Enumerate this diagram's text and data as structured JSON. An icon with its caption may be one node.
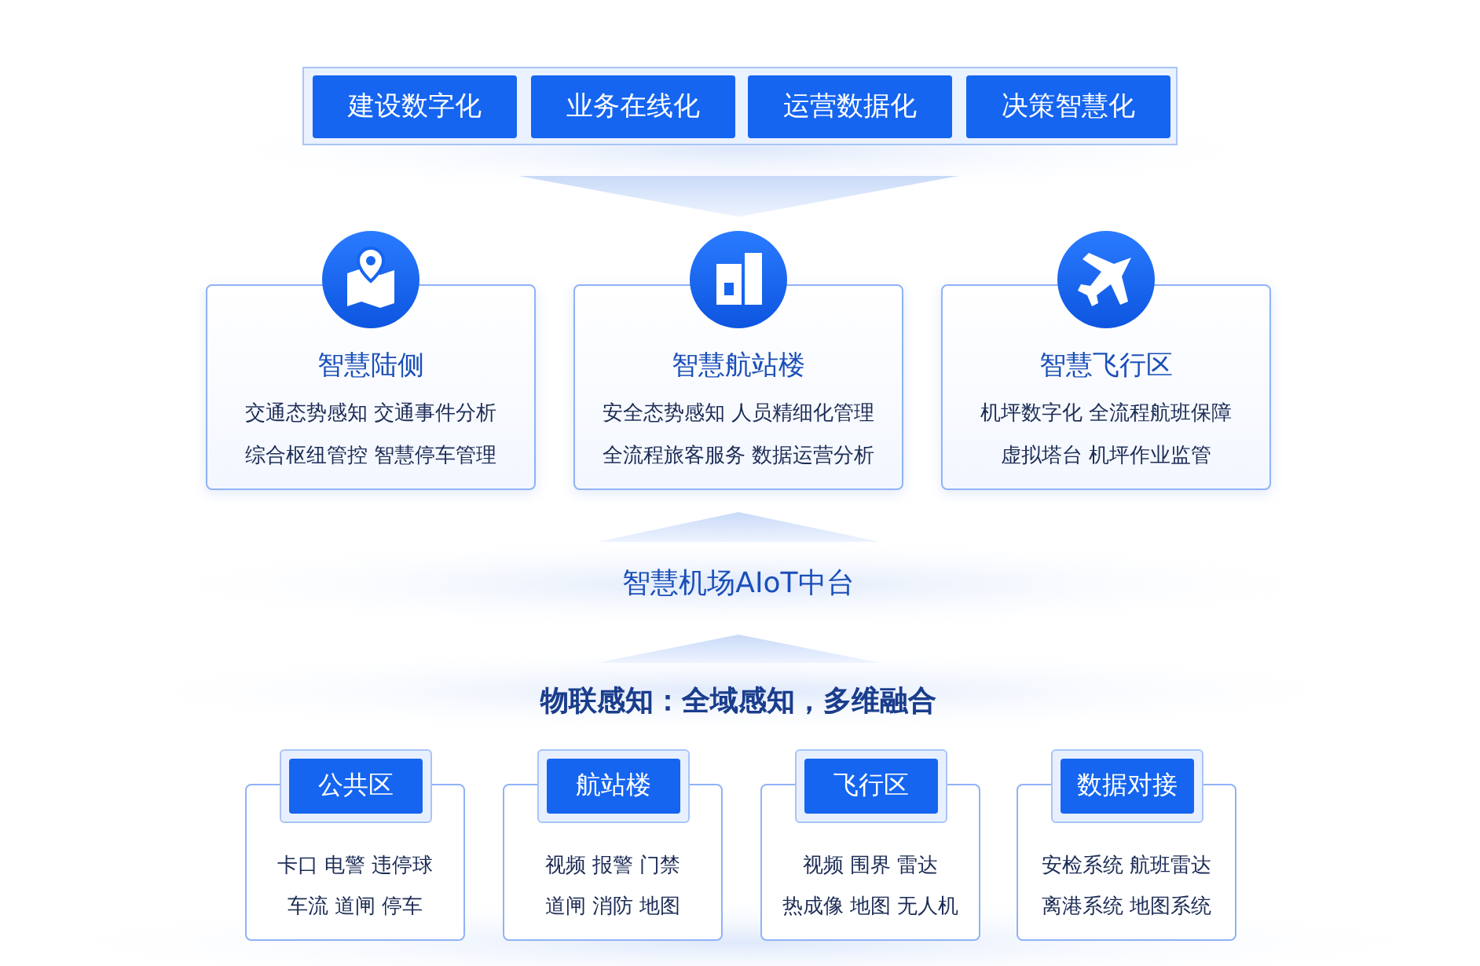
{
  "diagram": {
    "nodes": [
      {
        "text": [
          "建设数字化"
        ]
      },
      {
        "text": [
          "业务在线化"
        ]
      },
      {
        "text": [
          "运营数据化"
        ]
      },
      {
        "text": [
          "决策智慧化"
        ]
      },
      {
        "text": [
          "智慧陆侧",
          "交通态势感知 交通事件分析",
          "综合枢纽管控 智慧停车管理"
        ]
      },
      {
        "text": [
          "智慧航站楼",
          "安全态势感知 人员精细化管理",
          "全流程旅客服务 数据运营分析"
        ]
      },
      {
        "text": [
          "智慧飞行区",
          "机坪数字化 全流程航班保障",
          "虚拟塔台 机坪作业监管"
        ]
      },
      {
        "text": [
          "智慧机场AIoT中台"
        ]
      },
      {
        "text": [
          "物联感知：全域感知，多维融合"
        ]
      },
      {
        "text": [
          "公共区",
          "卡口 电警 违停球",
          "车流 道闸 停车"
        ]
      },
      {
        "text": [
          "航站楼",
          "视频 报警 门禁",
          "道闸 消防 地图"
        ]
      },
      {
        "text": [
          "飞行区",
          "视频 围界 雷达",
          "热成像 地图 无人机"
        ]
      },
      {
        "text": [
          "数据对接",
          "安检系统 航班雷达",
          "离港系统 地图系统"
        ]
      }
    ],
    "edges": []
  }
}
